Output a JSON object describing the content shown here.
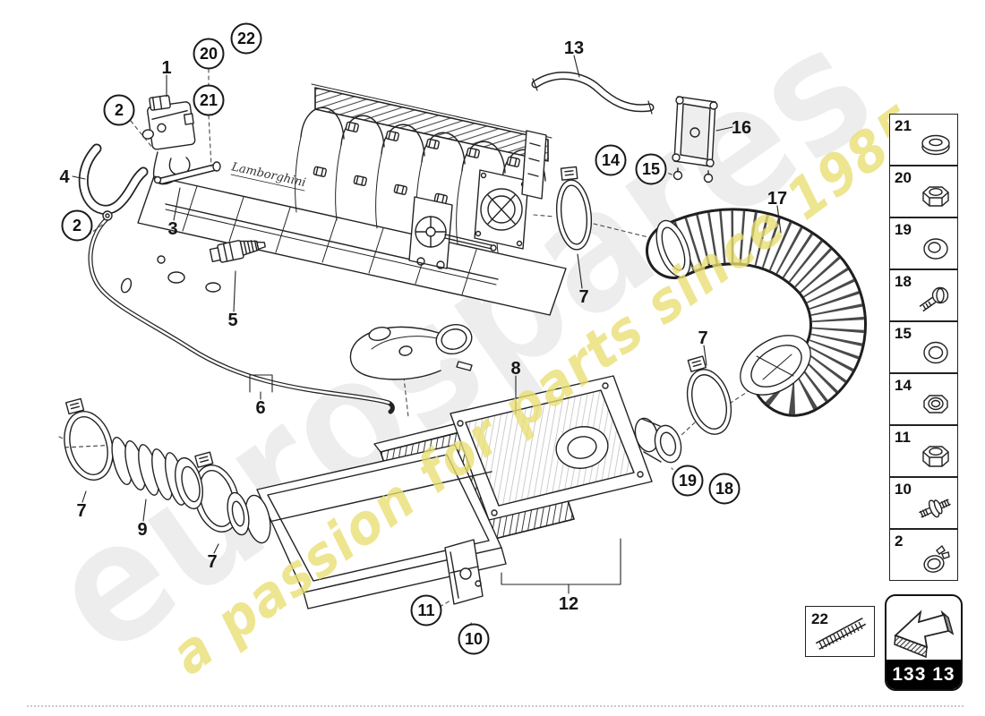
{
  "watermark": {
    "word": "eurospares",
    "tagline": "a passion for parts since 1985",
    "tagline_color": "#e9de72"
  },
  "engine": {
    "script": "Lamborghini"
  },
  "callouts": [
    {
      "n": "2"
    },
    {
      "n": "2"
    },
    {
      "n": "20"
    },
    {
      "n": "21"
    },
    {
      "n": "22"
    },
    {
      "n": "14"
    },
    {
      "n": "15"
    },
    {
      "n": "19"
    },
    {
      "n": "18"
    },
    {
      "n": "11"
    },
    {
      "n": "10"
    }
  ],
  "labels": [
    {
      "n": "1"
    },
    {
      "n": "4"
    },
    {
      "n": "3"
    },
    {
      "n": "5"
    },
    {
      "n": "6"
    },
    {
      "n": "13"
    },
    {
      "n": "16"
    },
    {
      "n": "17"
    },
    {
      "n": "7"
    },
    {
      "n": "7"
    },
    {
      "n": "7"
    },
    {
      "n": "9"
    },
    {
      "n": "7"
    },
    {
      "n": "8"
    },
    {
      "n": "12"
    }
  ],
  "sidebar": {
    "rows": [
      {
        "num": "21",
        "part": "flat-washer"
      },
      {
        "num": "20",
        "part": "hex-nut"
      },
      {
        "num": "19",
        "part": "spacer-washer"
      },
      {
        "num": "18",
        "part": "flange-bolt"
      },
      {
        "num": "15",
        "part": "o-ring"
      },
      {
        "num": "14",
        "part": "lock-nut"
      },
      {
        "num": "11",
        "part": "hex-nut"
      },
      {
        "num": "10",
        "part": "stud-coupler"
      },
      {
        "num": "2",
        "part": "hose-clamp"
      }
    ]
  },
  "stud_box": {
    "num": "22",
    "part": "threaded-stud"
  },
  "code_box": {
    "code": "133 13"
  }
}
